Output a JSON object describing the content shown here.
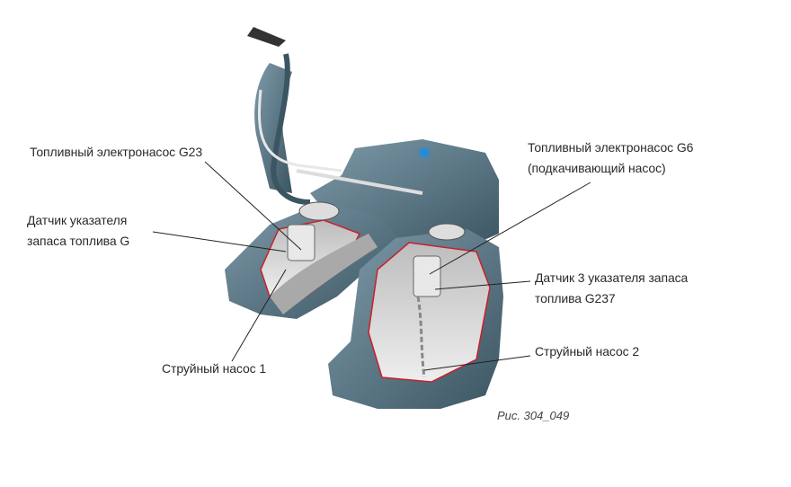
{
  "labels": {
    "pump_g23": "Топливный электронасос G23",
    "sensor_g_line1": "Датчик указателя",
    "sensor_g_line2": "запаса топлива G",
    "jet_pump_1": "Струйный насос 1",
    "pump_g6_line1": "Топливный электронасос G6",
    "pump_g6_line2": "(подкачивающий насос)",
    "sensor_g237_line1": "Датчик 3 указателя запаса",
    "sensor_g237_line2": "топлива G237",
    "jet_pump_2": "Струйный насос 2"
  },
  "caption": "Рис. 304_049",
  "colors": {
    "tank": "#5f7d8c",
    "tank_dark": "#3c5563",
    "cut_edge": "#c8202a",
    "interior": "#d8d8d8"
  }
}
